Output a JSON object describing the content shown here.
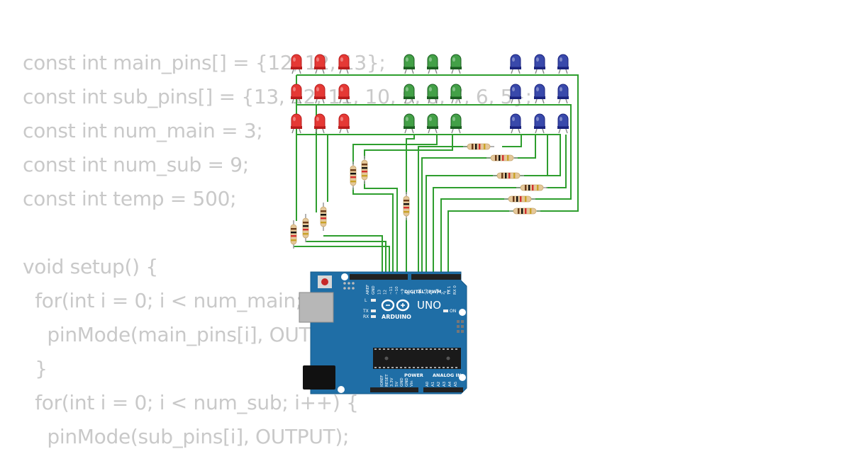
{
  "code_lines": [
    "const int main_pins[] = {12, 12, 13};",
    "const int sub_pins[] = {13, 12, 11, 10, 9, 8, 7, 6, 5};",
    "const int num_main = 3;",
    "const int num_sub = 9;",
    "const int temp = 500;",
    "",
    "void setup() {",
    "  for(int i = 0; i < num_main; i++) {",
    "    pinMode(main_pins[i], OUTPUT);",
    "  }",
    "  for(int i = 0; i < num_sub; i++) {",
    "    pinMode(sub_pins[i], OUTPUT);"
  ],
  "led_groups": [
    {
      "color": "red",
      "fill": "#e53935",
      "dark": "#b71c1c"
    },
    {
      "color": "green",
      "fill": "#43a047",
      "dark": "#1b5e20"
    },
    {
      "color": "blue",
      "fill": "#3949ab",
      "dark": "#1a237e"
    }
  ],
  "wire_color": "#2e9e2e",
  "board": {
    "brand": "ARDUINO",
    "model": "UNO",
    "color": "#1f6ea6",
    "digital_header_label": "DIGITAL (PWM ~)",
    "power_label": "POWER",
    "analog_label": "ANALOG IN",
    "on_label": "ON",
    "l_label": "L",
    "tx_label": "TX",
    "rx_label": "RX",
    "digital_pins": [
      "AREF",
      "GND",
      "13",
      "12",
      "~11",
      "~10",
      "~9",
      "8",
      "7",
      "~6",
      "~5",
      "4",
      "~3",
      "2",
      "TX 1",
      "RX 0"
    ],
    "power_pins": [
      "IOREF",
      "RESET",
      "3.3V",
      "5V",
      "GND",
      "GND",
      "Vin"
    ],
    "analog_pins": [
      "A0",
      "A1",
      "A2",
      "A3",
      "A4",
      "A5"
    ]
  }
}
